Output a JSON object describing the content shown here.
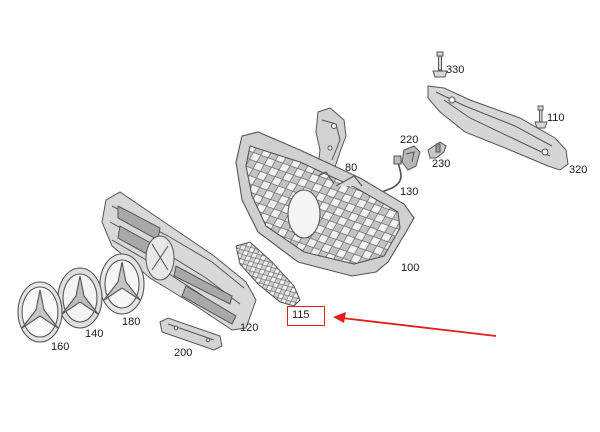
{
  "diagram": {
    "kind": "exploded-parts-diagram",
    "subject": "front grille assembly",
    "colors": {
      "line": "#5a5a5a",
      "fill": "#d2d2d2",
      "highlight": "#e0201a"
    },
    "parts": [
      {
        "id": "330",
        "label": "330"
      },
      {
        "id": "110",
        "label": "110"
      },
      {
        "id": "320",
        "label": "320"
      },
      {
        "id": "220",
        "label": "220"
      },
      {
        "id": "230",
        "label": "230"
      },
      {
        "id": "80",
        "label": "80"
      },
      {
        "id": "130",
        "label": "130"
      },
      {
        "id": "100",
        "label": "100"
      },
      {
        "id": "115",
        "label": "115",
        "highlighted": true
      },
      {
        "id": "120",
        "label": "120"
      },
      {
        "id": "180",
        "label": "180"
      },
      {
        "id": "140",
        "label": "140"
      },
      {
        "id": "160",
        "label": "160"
      },
      {
        "id": "200",
        "label": "200"
      }
    ],
    "highlight": {
      "part": "115",
      "indicator": "arrow"
    }
  }
}
